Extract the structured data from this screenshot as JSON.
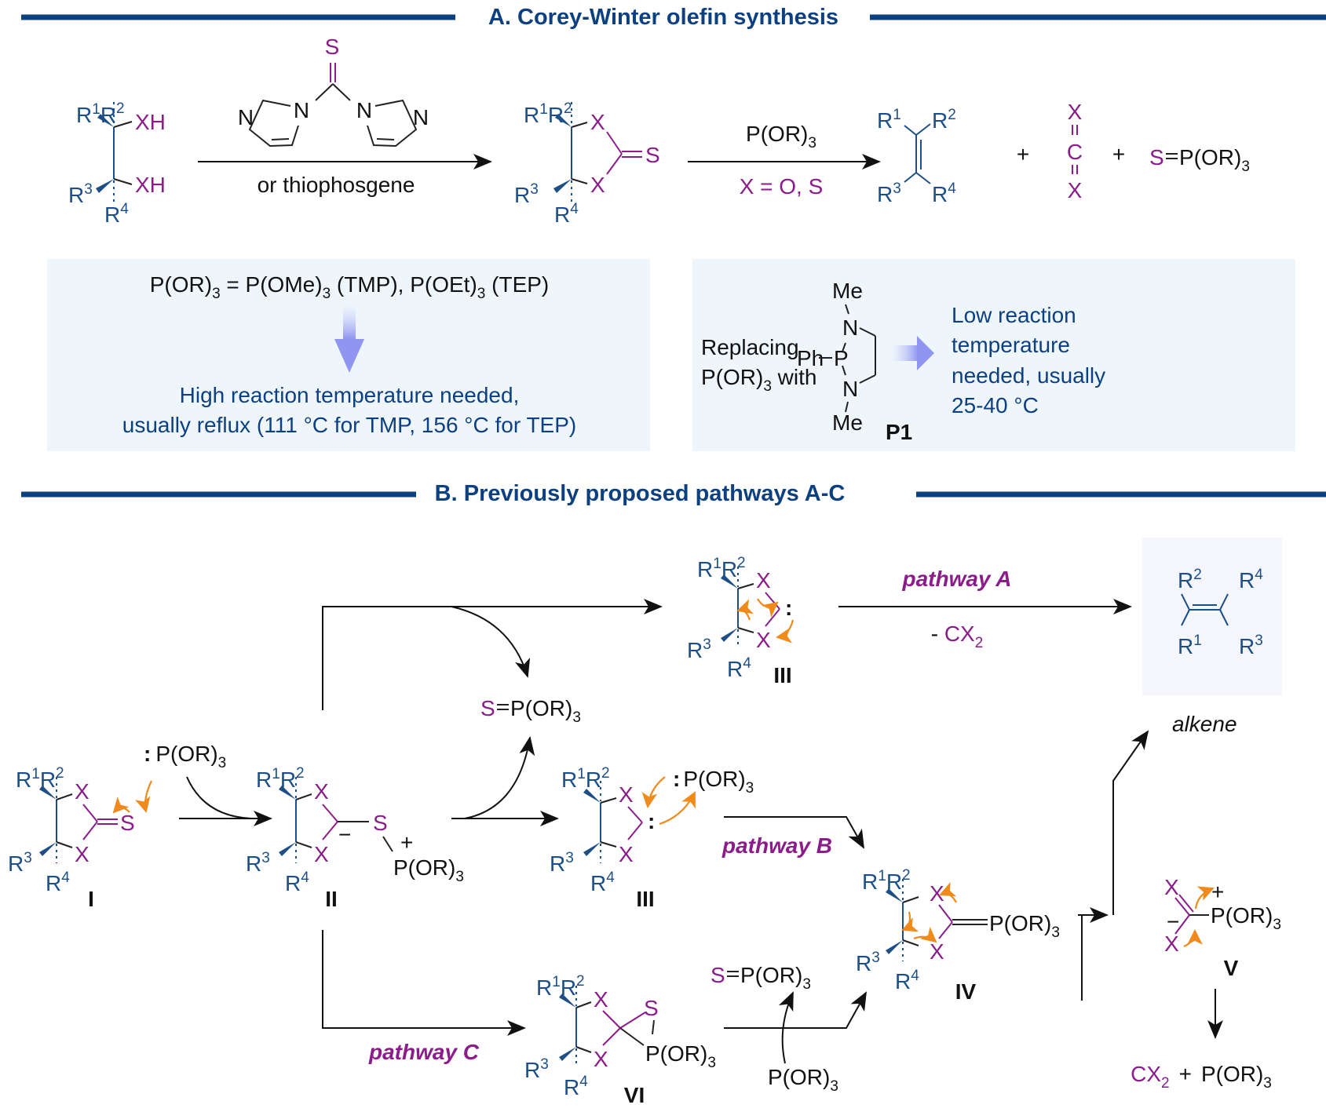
{
  "section_a": {
    "title": "A. Corey-Winter olefin synthesis",
    "reagent_top": "S",
    "reagent_n": "N",
    "reagent_alt": "or thiophosgene",
    "step2_reagent": "P(OR)",
    "step2_reagent_sub": "3",
    "step2_condition": "X = O, S",
    "plus": "+",
    "by_c": "C",
    "by_x": "X",
    "byproduct_s": "S",
    "byproduct_p": "P(OR)",
    "byproduct_sub": "3",
    "labels": {
      "R": "R",
      "XH": "XH",
      "X": "X",
      "S": "S",
      "n1": "1",
      "n2": "2",
      "n3": "3",
      "n4": "4"
    }
  },
  "panel_left": {
    "line1_a": "P(OR)",
    "line1_b": " = P(OMe)",
    "line1_c": " (TMP), P(OEt)",
    "line1_d": " (TEP)",
    "sub3": "3",
    "result_line1": "High reaction temperature needed,",
    "result_line2": "usually reflux (111  °C for TMP, 156 °C for TEP)"
  },
  "panel_right": {
    "replacing_1": "Replacing",
    "replacing_2": "P(OR)",
    "replacing_2_sub": "3",
    "replacing_2_tail": " with",
    "me": "Me",
    "n": "N",
    "ph_p": "Ph",
    "p": "P",
    "compound_label": "P1",
    "result_lines": [
      "Low reaction",
      "temperature",
      "needed, usually",
      "25-40 °C"
    ]
  },
  "section_b": {
    "title": "B. Previously proposed pathways A-C",
    "pathway_a": "pathway A",
    "pathway_b": "pathway B",
    "pathway_c": "pathway C",
    "minus_cx2_a": "- ",
    "minus_cx2_b": "CX",
    "minus_cx2_sub": "2",
    "alkene_label": "alkene",
    "phosphite": "P(OR)",
    "sub3": "3",
    "lone_pair": ":",
    "s": "S",
    "x": "X",
    "r": "R",
    "plus_charge": "+",
    "minus_charge": "−",
    "cx2": "CX",
    "cx2_sub": "2",
    "plus": "+",
    "n1": "1",
    "n2": "2",
    "n3": "3",
    "n4": "4",
    "intermediates": {
      "I": "I",
      "II": "II",
      "III": "III",
      "IV": "IV",
      "V": "V",
      "VI": "VI"
    }
  }
}
